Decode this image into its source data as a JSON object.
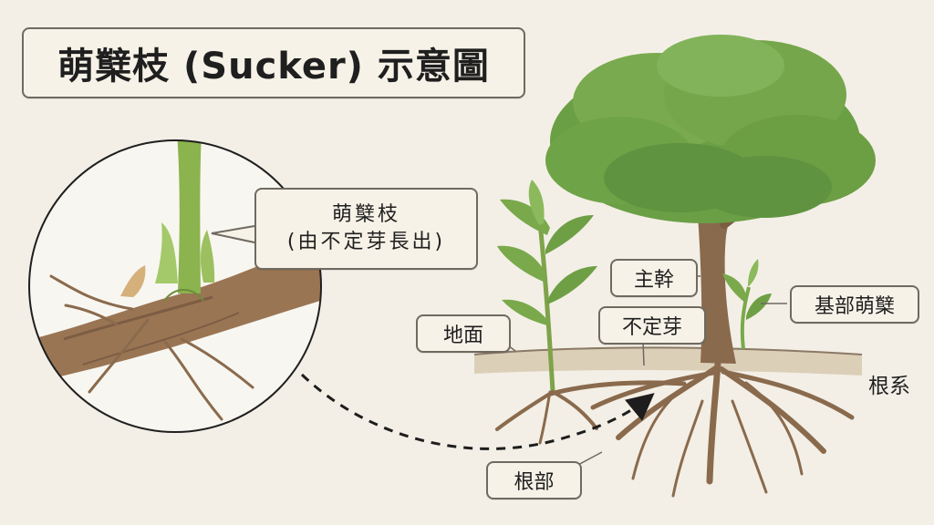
{
  "title": "萌櫱枝 (Sucker) 示意圖",
  "callout": {
    "line1": "萌櫱枝",
    "line2": "(由不定芽長出)"
  },
  "labels": {
    "ground": "地面",
    "trunk": "主幹",
    "adventitious_bud": "不定芽",
    "basal_sucker": "基部萌櫱",
    "root_system": "根系",
    "root": "根部"
  },
  "colors": {
    "background": "#f3efe6",
    "label_fill": "#f7f2e7",
    "label_border": "#6f6a60",
    "bark": "#8a6a4d",
    "leaf": "#6f9f45",
    "sucker_green": "#8bb34e",
    "soil": "#dccfb8"
  }
}
